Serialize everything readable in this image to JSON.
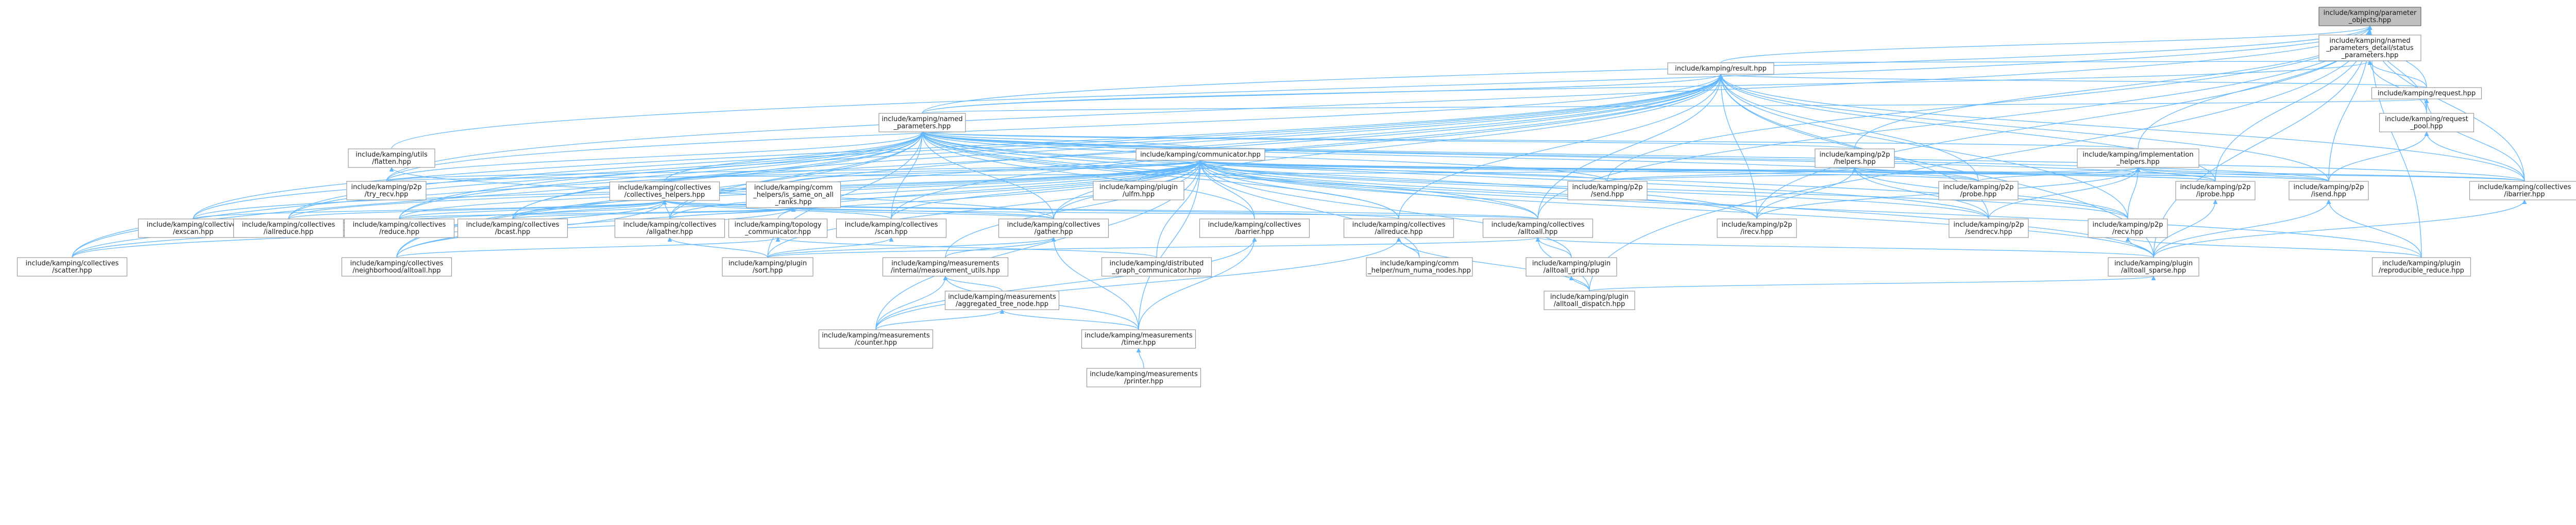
{
  "graph": {
    "title": "",
    "colors": {
      "edge": "#63b8ff",
      "root_fill": "#bfbfbf",
      "node_fill": "#ffffff",
      "node_border": "#999999"
    },
    "nodes": [
      {
        "id": "root",
        "label": [
          "include/kamping/parameter",
          "_objects.hpp"
        ]
      },
      {
        "id": "status_params",
        "label": [
          "include/kamping/named",
          "_parameters_detail/status",
          "_parameters.hpp"
        ]
      },
      {
        "id": "result",
        "label": [
          "include/kamping/result.hpp"
        ]
      },
      {
        "id": "request",
        "label": [
          "include/kamping/request.hpp"
        ]
      },
      {
        "id": "request_pool",
        "label": [
          "include/kamping/request",
          "_pool.hpp"
        ]
      },
      {
        "id": "named_params",
        "label": [
          "include/kamping/named",
          "_parameters.hpp"
        ]
      },
      {
        "id": "utils_flatten",
        "label": [
          "include/kamping/utils",
          "/flatten.hpp"
        ]
      },
      {
        "id": "communicator",
        "label": [
          "include/kamping/communicator.hpp"
        ]
      },
      {
        "id": "p2p_helpers",
        "label": [
          "include/kamping/p2p",
          "/helpers.hpp"
        ]
      },
      {
        "id": "impl_helpers",
        "label": [
          "include/kamping/implementation",
          "_helpers.hpp"
        ]
      },
      {
        "id": "try_recv",
        "label": [
          "include/kamping/p2p",
          "/try_recv.hpp"
        ]
      },
      {
        "id": "coll_helpers",
        "label": [
          "include/kamping/collectives",
          "/collectives_helpers.hpp"
        ]
      },
      {
        "id": "comm_helpers",
        "label": [
          "include/kamping/comm",
          "_helpers/is_same_on_all",
          "_ranks.hpp"
        ]
      },
      {
        "id": "plugin_ulfm",
        "label": [
          "include/kamping/plugin",
          "/ulfm.hpp"
        ]
      },
      {
        "id": "p2p_send",
        "label": [
          "include/kamping/p2p",
          "/send.hpp"
        ]
      },
      {
        "id": "p2p_probe",
        "label": [
          "include/kamping/p2p",
          "/probe.hpp"
        ]
      },
      {
        "id": "p2p_iprobe",
        "label": [
          "include/kamping/p2p",
          "/iprobe.hpp"
        ]
      },
      {
        "id": "p2p_isend",
        "label": [
          "include/kamping/p2p",
          "/isend.hpp"
        ]
      },
      {
        "id": "coll_ibarrier",
        "label": [
          "include/kamping/collectives",
          "/ibarrier.hpp"
        ]
      },
      {
        "id": "coll_exscan",
        "label": [
          "include/kamping/collectives",
          "/exscan.hpp"
        ]
      },
      {
        "id": "coll_iallreduce",
        "label": [
          "include/kamping/collectives",
          "/iallreduce.hpp"
        ]
      },
      {
        "id": "coll_reduce",
        "label": [
          "include/kamping/collectives",
          "/reduce.hpp"
        ]
      },
      {
        "id": "coll_bcast",
        "label": [
          "include/kamping/collectives",
          "/bcast.hpp"
        ]
      },
      {
        "id": "coll_allgather",
        "label": [
          "include/kamping/collectives",
          "/allgather.hpp"
        ]
      },
      {
        "id": "topo_comm",
        "label": [
          "include/kamping/topology",
          "_communicator.hpp"
        ]
      },
      {
        "id": "coll_scan",
        "label": [
          "include/kamping/collectives",
          "/scan.hpp"
        ]
      },
      {
        "id": "coll_gather",
        "label": [
          "include/kamping/collectives",
          "/gather.hpp"
        ]
      },
      {
        "id": "coll_barrier",
        "label": [
          "include/kamping/collectives",
          "/barrier.hpp"
        ]
      },
      {
        "id": "coll_allreduce",
        "label": [
          "include/kamping/collectives",
          "/allreduce.hpp"
        ]
      },
      {
        "id": "coll_alltoall",
        "label": [
          "include/kamping/collectives",
          "/alltoall.hpp"
        ]
      },
      {
        "id": "p2p_irecv",
        "label": [
          "include/kamping/p2p",
          "/irecv.hpp"
        ]
      },
      {
        "id": "p2p_sendrecv",
        "label": [
          "include/kamping/p2p",
          "/sendrecv.hpp"
        ]
      },
      {
        "id": "p2p_recv",
        "label": [
          "include/kamping/p2p",
          "/recv.hpp"
        ]
      },
      {
        "id": "coll_scatter",
        "label": [
          "include/kamping/collectives",
          "/scatter.hpp"
        ]
      },
      {
        "id": "coll_neighborhood",
        "label": [
          "include/kamping/collectives",
          "/neighborhood/alltoall.hpp"
        ]
      },
      {
        "id": "plugin_sort",
        "label": [
          "include/kamping/plugin",
          "/sort.hpp"
        ]
      },
      {
        "id": "meas_internal",
        "label": [
          "include/kamping/measurements",
          "/internal/measurement_utils.hpp"
        ]
      },
      {
        "id": "dist_graph",
        "label": [
          "include/kamping/distributed",
          "_graph_communicator.hpp"
        ]
      },
      {
        "id": "comm_num_numa",
        "label": [
          "include/kamping/comm",
          "_helper/num_numa_nodes.hpp"
        ]
      },
      {
        "id": "plugin_alltoall_grid",
        "label": [
          "include/kamping/plugin",
          "/alltoall_grid.hpp"
        ]
      },
      {
        "id": "plugin_alltoall_sparse",
        "label": [
          "include/kamping/plugin",
          "/alltoall_sparse.hpp"
        ]
      },
      {
        "id": "plugin_repro_reduce",
        "label": [
          "include/kamping/plugin",
          "/reproducible_reduce.hpp"
        ]
      },
      {
        "id": "meas_aggregated",
        "label": [
          "include/kamping/measurements",
          "/aggregated_tree_node.hpp"
        ]
      },
      {
        "id": "plugin_alltoall_dispatch",
        "label": [
          "include/kamping/plugin",
          "/alltoall_dispatch.hpp"
        ]
      },
      {
        "id": "meas_counter",
        "label": [
          "include/kamping/measurements",
          "/counter.hpp"
        ]
      },
      {
        "id": "meas_timer",
        "label": [
          "include/kamping/measurements",
          "/timer.hpp"
        ]
      },
      {
        "id": "meas_printer",
        "label": [
          "include/kamping/measurements",
          "/printer.hpp"
        ]
      }
    ],
    "edges": [
      [
        "status_params",
        "root"
      ],
      [
        "result",
        "root"
      ],
      [
        "request",
        "root"
      ],
      [
        "request_pool",
        "root"
      ],
      [
        "named_params",
        "root"
      ],
      [
        "impl_helpers",
        "root"
      ],
      [
        "p2p_helpers",
        "root"
      ],
      [
        "utils_flatten",
        "root"
      ],
      [
        "try_recv",
        "root"
      ],
      [
        "coll_ibarrier",
        "root"
      ],
      [
        "p2p_iprobe",
        "root"
      ],
      [
        "p2p_isend",
        "root"
      ],
      [
        "p2p_irecv",
        "root"
      ],
      [
        "coll_alltoall",
        "root"
      ],
      [
        "plugin_alltoall_dispatch",
        "root"
      ],
      [
        "plugin_repro_reduce",
        "root"
      ],
      [
        "plugin_alltoall_sparse",
        "root"
      ],
      [
        "p2p_send",
        "root"
      ],
      [
        "result",
        "status_params"
      ],
      [
        "named_params",
        "status_params"
      ],
      [
        "request",
        "status_params"
      ],
      [
        "request_pool",
        "status_params"
      ],
      [
        "request",
        "result"
      ],
      [
        "named_params",
        "result"
      ],
      [
        "coll_alltoall",
        "result"
      ],
      [
        "coll_allreduce",
        "result"
      ],
      [
        "coll_gather",
        "result"
      ],
      [
        "coll_scatter",
        "result"
      ],
      [
        "coll_exscan",
        "result"
      ],
      [
        "p2p_isend",
        "result"
      ],
      [
        "p2p_irecv",
        "result"
      ],
      [
        "p2p_iprobe",
        "result"
      ],
      [
        "coll_ibarrier",
        "result"
      ],
      [
        "plugin_alltoall_sparse",
        "result"
      ],
      [
        "coll_reduce",
        "result"
      ],
      [
        "coll_bcast",
        "result"
      ],
      [
        "try_recv",
        "result"
      ],
      [
        "p2p_recv",
        "result"
      ],
      [
        "p2p_sendrecv",
        "result"
      ],
      [
        "coll_neighborhood",
        "result"
      ],
      [
        "coll_iallreduce",
        "result"
      ],
      [
        "coll_scan",
        "result"
      ],
      [
        "coll_allgather",
        "result"
      ],
      [
        "p2p_probe",
        "result"
      ],
      [
        "request_pool",
        "request"
      ],
      [
        "named_params",
        "request"
      ],
      [
        "coll_ibarrier",
        "request"
      ],
      [
        "coll_ibarrier",
        "request_pool"
      ],
      [
        "p2p_isend",
        "request_pool"
      ],
      [
        "communicator",
        "named_params"
      ],
      [
        "p2p_helpers",
        "named_params"
      ],
      [
        "impl_helpers",
        "named_params"
      ],
      [
        "coll_helpers",
        "named_params"
      ],
      [
        "coll_exscan",
        "named_params"
      ],
      [
        "coll_iallreduce",
        "named_params"
      ],
      [
        "coll_reduce",
        "named_params"
      ],
      [
        "coll_bcast",
        "named_params"
      ],
      [
        "coll_allgather",
        "named_params"
      ],
      [
        "coll_scan",
        "named_params"
      ],
      [
        "coll_gather",
        "named_params"
      ],
      [
        "coll_barrier",
        "named_params"
      ],
      [
        "coll_allreduce",
        "named_params"
      ],
      [
        "coll_alltoall",
        "named_params"
      ],
      [
        "p2p_send",
        "named_params"
      ],
      [
        "p2p_probe",
        "named_params"
      ],
      [
        "p2p_iprobe",
        "named_params"
      ],
      [
        "p2p_isend",
        "named_params"
      ],
      [
        "coll_ibarrier",
        "named_params"
      ],
      [
        "try_recv",
        "named_params"
      ],
      [
        "coll_scatter",
        "named_params"
      ],
      [
        "coll_neighborhood",
        "named_params"
      ],
      [
        "p2p_irecv",
        "named_params"
      ],
      [
        "p2p_sendrecv",
        "named_params"
      ],
      [
        "p2p_recv",
        "named_params"
      ],
      [
        "plugin_sort",
        "named_params"
      ],
      [
        "plugin_alltoall_sparse",
        "named_params"
      ],
      [
        "coll_gather",
        "utils_flatten"
      ],
      [
        "coll_helpers",
        "communicator"
      ],
      [
        "comm_helpers",
        "communicator"
      ],
      [
        "plugin_ulfm",
        "communicator"
      ],
      [
        "try_recv",
        "communicator"
      ],
      [
        "coll_exscan",
        "communicator"
      ],
      [
        "coll_iallreduce",
        "communicator"
      ],
      [
        "coll_reduce",
        "communicator"
      ],
      [
        "coll_bcast",
        "communicator"
      ],
      [
        "coll_allgather",
        "communicator"
      ],
      [
        "topo_comm",
        "communicator"
      ],
      [
        "coll_scan",
        "communicator"
      ],
      [
        "coll_gather",
        "communicator"
      ],
      [
        "coll_barrier",
        "communicator"
      ],
      [
        "coll_allreduce",
        "communicator"
      ],
      [
        "coll_alltoall",
        "communicator"
      ],
      [
        "p2p_send",
        "communicator"
      ],
      [
        "p2p_probe",
        "communicator"
      ],
      [
        "p2p_iprobe",
        "communicator"
      ],
      [
        "p2p_isend",
        "communicator"
      ],
      [
        "coll_ibarrier",
        "communicator"
      ],
      [
        "p2p_irecv",
        "communicator"
      ],
      [
        "p2p_sendrecv",
        "communicator"
      ],
      [
        "p2p_recv",
        "communicator"
      ],
      [
        "coll_scatter",
        "communicator"
      ],
      [
        "coll_neighborhood",
        "communicator"
      ],
      [
        "plugin_sort",
        "communicator"
      ],
      [
        "meas_internal",
        "communicator"
      ],
      [
        "dist_graph",
        "communicator"
      ],
      [
        "comm_num_numa",
        "communicator"
      ],
      [
        "plugin_alltoall_grid",
        "communicator"
      ],
      [
        "plugin_alltoall_sparse",
        "communicator"
      ],
      [
        "plugin_repro_reduce",
        "communicator"
      ],
      [
        "meas_counter",
        "communicator"
      ],
      [
        "meas_timer",
        "communicator"
      ],
      [
        "p2p_send",
        "p2p_helpers"
      ],
      [
        "p2p_probe",
        "p2p_helpers"
      ],
      [
        "p2p_iprobe",
        "p2p_helpers"
      ],
      [
        "p2p_isend",
        "p2p_helpers"
      ],
      [
        "p2p_irecv",
        "p2p_helpers"
      ],
      [
        "p2p_sendrecv",
        "p2p_helpers"
      ],
      [
        "p2p_recv",
        "p2p_helpers"
      ],
      [
        "try_recv",
        "p2p_helpers"
      ],
      [
        "p2p_send",
        "impl_helpers"
      ],
      [
        "p2p_probe",
        "impl_helpers"
      ],
      [
        "p2p_iprobe",
        "impl_helpers"
      ],
      [
        "p2p_isend",
        "impl_helpers"
      ],
      [
        "p2p_irecv",
        "impl_helpers"
      ],
      [
        "p2p_sendrecv",
        "impl_helpers"
      ],
      [
        "p2p_recv",
        "impl_helpers"
      ],
      [
        "coll_ibarrier",
        "impl_helpers"
      ],
      [
        "coll_exscan",
        "coll_helpers"
      ],
      [
        "coll_iallreduce",
        "coll_helpers"
      ],
      [
        "coll_reduce",
        "coll_helpers"
      ],
      [
        "coll_bcast",
        "coll_helpers"
      ],
      [
        "coll_allgather",
        "coll_helpers"
      ],
      [
        "coll_scan",
        "coll_helpers"
      ],
      [
        "coll_gather",
        "coll_helpers"
      ],
      [
        "coll_allreduce",
        "coll_helpers"
      ],
      [
        "coll_alltoall",
        "coll_helpers"
      ],
      [
        "coll_scatter",
        "coll_helpers"
      ],
      [
        "coll_neighborhood",
        "coll_helpers"
      ],
      [
        "coll_bcast",
        "comm_helpers"
      ],
      [
        "coll_scatter",
        "comm_helpers"
      ],
      [
        "coll_gather",
        "comm_helpers"
      ],
      [
        "coll_reduce",
        "comm_helpers"
      ],
      [
        "coll_alltoall",
        "comm_helpers"
      ],
      [
        "coll_allgather",
        "comm_helpers"
      ],
      [
        "coll_neighborhood",
        "topo_comm"
      ],
      [
        "dist_graph",
        "topo_comm"
      ],
      [
        "plugin_sort",
        "coll_allgather"
      ],
      [
        "plugin_sort",
        "coll_alltoall"
      ],
      [
        "plugin_sort",
        "coll_gather"
      ],
      [
        "plugin_sort",
        "coll_scan"
      ],
      [
        "meas_internal",
        "coll_gather"
      ],
      [
        "meas_timer",
        "coll_gather"
      ],
      [
        "meas_counter",
        "coll_barrier"
      ],
      [
        "meas_timer",
        "coll_barrier"
      ],
      [
        "comm_num_numa",
        "coll_allreduce"
      ],
      [
        "plugin_alltoall_dispatch",
        "coll_allreduce"
      ],
      [
        "plugin_alltoall_grid",
        "coll_alltoall"
      ],
      [
        "plugin_alltoall_dispatch",
        "coll_alltoall"
      ],
      [
        "plugin_alltoall_sparse",
        "coll_alltoall"
      ],
      [
        "plugin_alltoall_dispatch",
        "plugin_alltoall_grid"
      ],
      [
        "plugin_alltoall_dispatch",
        "plugin_alltoall_sparse"
      ],
      [
        "plugin_alltoall_sparse",
        "p2p_isend"
      ],
      [
        "plugin_alltoall_sparse",
        "p2p_iprobe"
      ],
      [
        "plugin_alltoall_sparse",
        "p2p_recv"
      ],
      [
        "plugin_alltoall_sparse",
        "coll_ibarrier"
      ],
      [
        "plugin_repro_reduce",
        "p2p_isend"
      ],
      [
        "plugin_repro_reduce",
        "p2p_recv"
      ],
      [
        "meas_aggregated",
        "meas_internal"
      ],
      [
        "meas_counter",
        "meas_internal"
      ],
      [
        "meas_timer",
        "meas_internal"
      ],
      [
        "meas_counter",
        "meas_aggregated"
      ],
      [
        "meas_timer",
        "meas_aggregated"
      ],
      [
        "meas_printer",
        "meas_timer"
      ],
      [
        "meas_counter",
        "coll_allreduce"
      ]
    ]
  }
}
